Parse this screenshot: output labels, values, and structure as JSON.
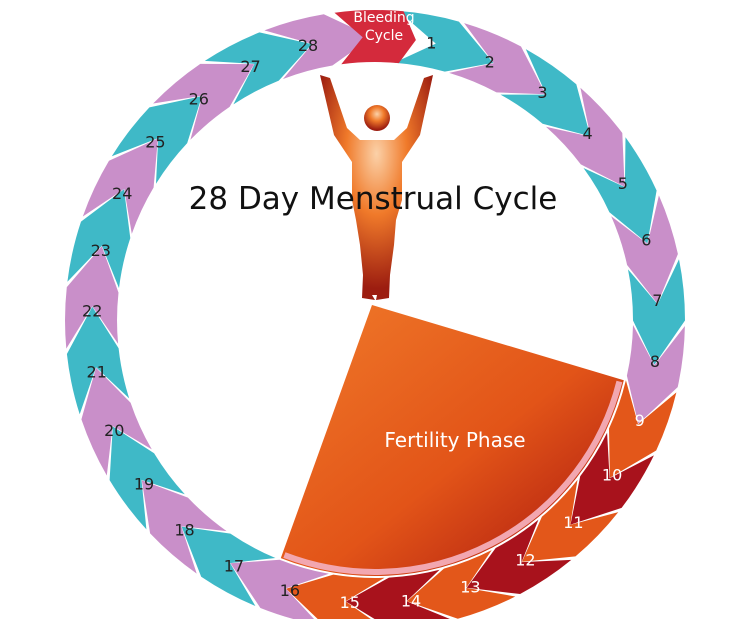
{
  "title": "28 Day Menstrual Cycle",
  "bleeding": {
    "line1": "Bleeding",
    "line2": "Cycle"
  },
  "fertility_label": "Fertility Phase",
  "colors": {
    "teal": "#3fb9c7",
    "pink": "#c98fc9",
    "fertility_orange": "#e3571a",
    "fertility_red": "#a8121c",
    "bleeding": "#d42a3c",
    "figure": "#e8601c"
  },
  "days": [
    {
      "n": "1",
      "phase": "normal"
    },
    {
      "n": "2",
      "phase": "normal"
    },
    {
      "n": "3",
      "phase": "normal"
    },
    {
      "n": "4",
      "phase": "normal"
    },
    {
      "n": "5",
      "phase": "normal"
    },
    {
      "n": "6",
      "phase": "normal"
    },
    {
      "n": "7",
      "phase": "normal"
    },
    {
      "n": "8",
      "phase": "normal"
    },
    {
      "n": "9",
      "phase": "fertility"
    },
    {
      "n": "10",
      "phase": "fertility"
    },
    {
      "n": "11",
      "phase": "fertility"
    },
    {
      "n": "12",
      "phase": "fertility"
    },
    {
      "n": "13",
      "phase": "fertility"
    },
    {
      "n": "14",
      "phase": "fertility"
    },
    {
      "n": "15",
      "phase": "fertility"
    },
    {
      "n": "16",
      "phase": "normal"
    },
    {
      "n": "17",
      "phase": "normal"
    },
    {
      "n": "18",
      "phase": "normal"
    },
    {
      "n": "19",
      "phase": "normal"
    },
    {
      "n": "20",
      "phase": "normal"
    },
    {
      "n": "21",
      "phase": "normal"
    },
    {
      "n": "22",
      "phase": "normal"
    },
    {
      "n": "23",
      "phase": "normal"
    },
    {
      "n": "24",
      "phase": "normal"
    },
    {
      "n": "25",
      "phase": "normal"
    },
    {
      "n": "26",
      "phase": "normal"
    },
    {
      "n": "27",
      "phase": "normal"
    },
    {
      "n": "28",
      "phase": "normal"
    }
  ]
}
